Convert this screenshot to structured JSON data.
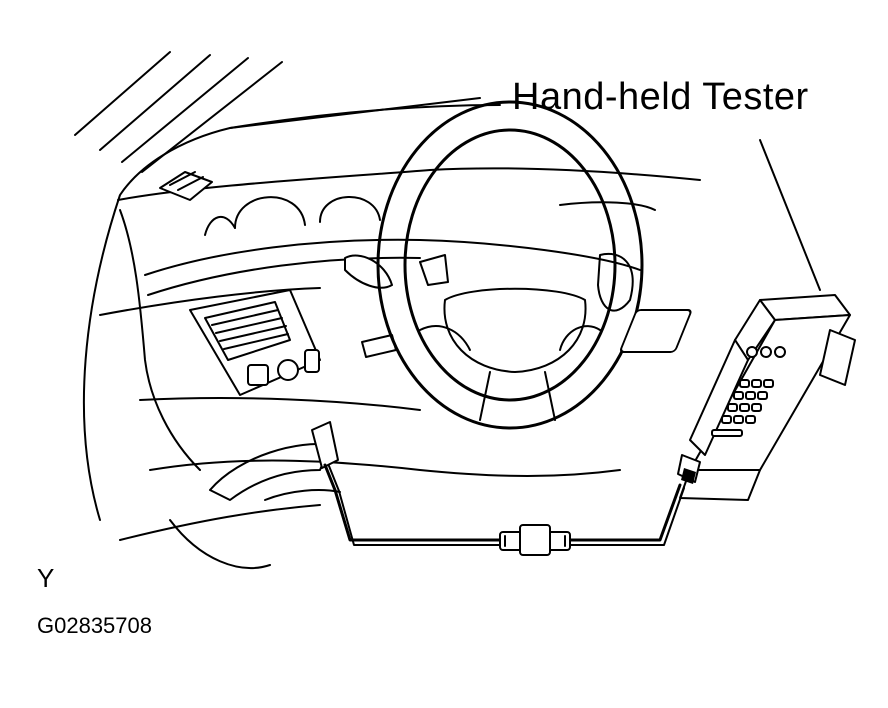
{
  "callout": {
    "text": "Hand-held  Tester"
  },
  "view_marker": "Y",
  "figure_code": "G02835708"
}
